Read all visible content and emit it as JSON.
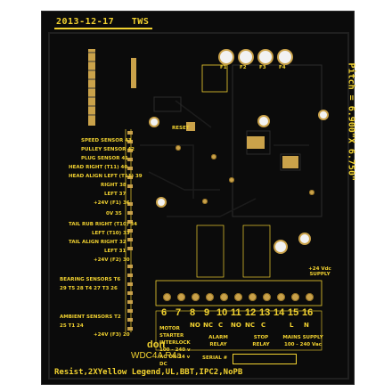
{
  "board": {
    "date": "2013-12-17",
    "initials": "TWS",
    "pitch": "Pitch = 6.900\"X 6.750\"",
    "footer": "Resist,2XYellow Legend,UL,BBT,IPC2,NoPB",
    "logo": "don",
    "model": "WDC4A R4a",
    "serial_label": "SERIAL #",
    "reset_label": "RESET",
    "fuse_labels": [
      "F1",
      "F2",
      "F3",
      "F4"
    ],
    "supply_voltage": "+24 Vdc SUPPLY",
    "left_labels": [
      "SPEED SENSOR 43",
      "PULLEY SENSOR 42",
      "PLUG SENSOR 41",
      "HEAD RIGHT (T11) 40",
      "HEAD ALIGN LEFT (T11) 39",
      "RIGHT 38",
      "LEFT 37",
      "+24V (F1) 36",
      "0V 35",
      "TAIL RUB RIGHT (T10) 34",
      "LEFT (T10) 33",
      "TAIL ALIGN RIGHT 32",
      "LEFT 31",
      "+24V (F2) 30",
      "BEARING SENSORS T6 29 T5 28 T4 27 T3 26",
      "AMBIENT SENSORS T2 25 T1 24",
      "+24V (F3) 20"
    ],
    "terminals": [
      "6",
      "7",
      "8",
      "9",
      "10",
      "11",
      "12",
      "13",
      "14",
      "15",
      "16"
    ],
    "terminal_sub": [
      "NO",
      "NC",
      "C",
      "NO",
      "NC",
      "C",
      "L",
      "N"
    ],
    "bottom_labels": [
      "MOTOR STARTER INTERLOCK 100 - 240 v AC OR 24 v DC",
      "ALARM RELAY",
      "STOP RELAY",
      "MAINS SUPPLY 100 - 240 Vac"
    ]
  }
}
